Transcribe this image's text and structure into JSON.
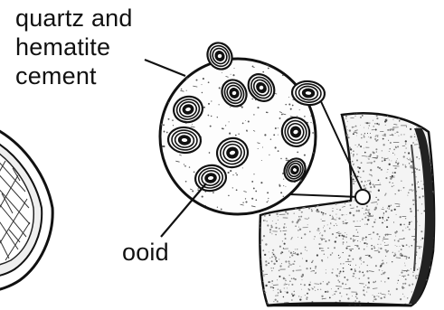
{
  "labels": {
    "cement_line1": "quartz and",
    "cement_line2": "hematite",
    "cement_line3": "cement",
    "ooid": "ooid"
  },
  "colors": {
    "ink": "#111111",
    "background": "#ffffff",
    "rock_fill": "#f4f4f4",
    "magnifier_fill": "#fdfdfd"
  }
}
